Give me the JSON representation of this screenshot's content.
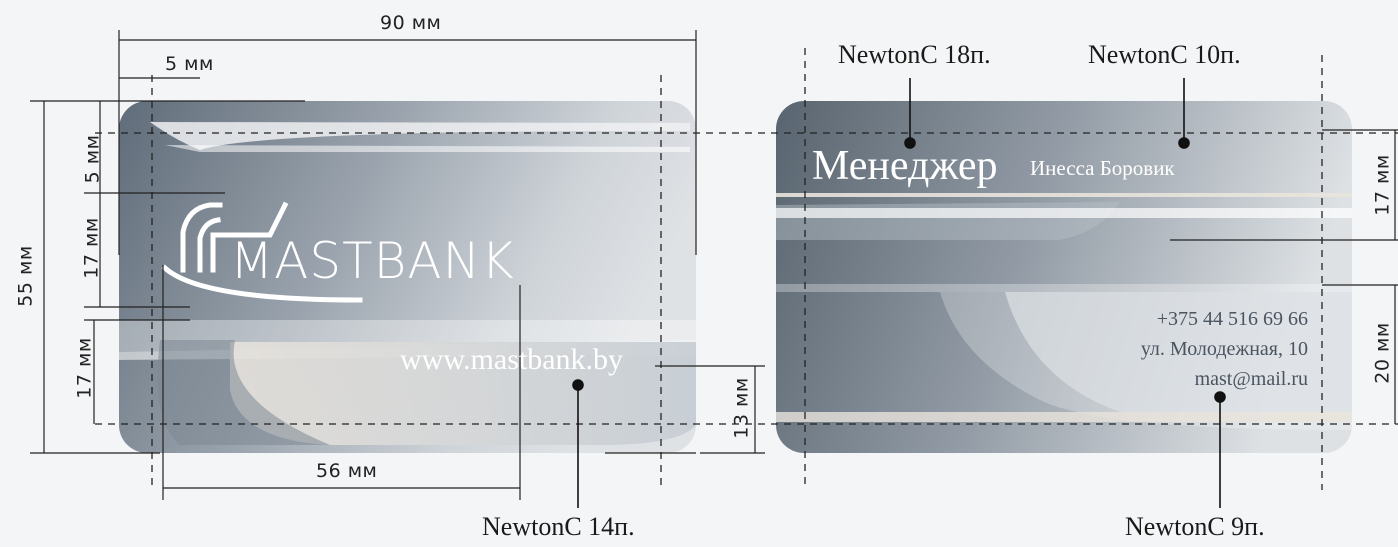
{
  "front": {
    "logo_text": "MASTBANK",
    "website": "www.mastbank.by"
  },
  "back": {
    "position": "Менеджер",
    "name": "Инесса Боровик",
    "phone": "+375 44 516 69 66",
    "address": "ул. Молодежная, 10",
    "email": "mast@mail.ru"
  },
  "dimensions": {
    "width": "90 мм",
    "margin": "5 мм",
    "height": "55 мм",
    "top_offset": "5 мм",
    "logo_height": "17 мм",
    "bottom_block": "17 мм",
    "logo_width": "56 мм",
    "web_block": "13 мм",
    "back_top_block": "17 мм",
    "back_contacts": "20 мм"
  },
  "fonts": {
    "position_font": "NewtonC 18п.",
    "name_font": "NewtonC 10п.",
    "website_font": "NewtonC 14п.",
    "contacts_font": "NewtonC 9п."
  },
  "colors": {
    "card_dark": "#5a6774",
    "card_light": "#d9dde1",
    "line": "#222222"
  }
}
